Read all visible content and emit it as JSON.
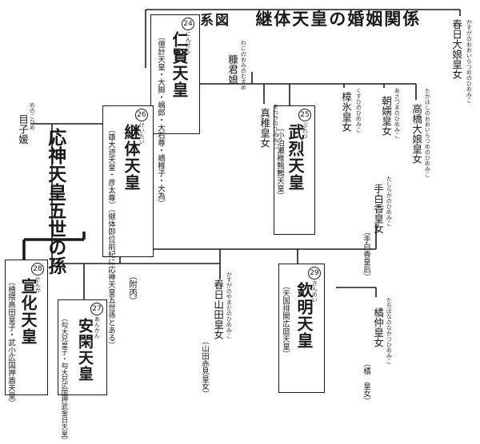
{
  "title": {
    "prefix": "系図",
    "main": "継体天皇の婚姻関係"
  },
  "annotation": "応神天皇五世の孫",
  "sovereigns": [
    {
      "id": "ninken",
      "number": "24",
      "reading": "にんけん",
      "name": "仁賢天皇",
      "note": "（億計天皇・大脚・嶋郎・大石尊・嶋稚子・大為）"
    },
    {
      "id": "keitai",
      "number": "26",
      "reading": "けいたい",
      "name": "継体天皇",
      "note": "（雄大迹天皇・彦太尊）（継体即位前紀に応神天皇五世孫とある）"
    },
    {
      "id": "buretsu",
      "number": "25",
      "reading": "ぶれつ",
      "name": "武烈天皇",
      "note": "（小泊瀬稚鷦鷯天皇）"
    },
    {
      "id": "kinmei",
      "number": "29",
      "reading": "きんめい",
      "name": "欽明天皇",
      "note": "（天国排開広庭天皇）"
    },
    {
      "id": "ankan",
      "number": "27",
      "reading": "あんかん",
      "name": "安閑天皇",
      "note": "（勾大兄皇子・勾大兄広国押武金日天皇）"
    },
    {
      "id": "senka",
      "number": "28",
      "reading": "せんか",
      "name": "宣化天皇",
      "note": "（檜隈高田皇子・武小広国押盾天皇）"
    }
  ],
  "people": [
    {
      "id": "kasuga",
      "reading": "かすがのおおいらつめのひめみこ",
      "name": "春日大娘皇女"
    },
    {
      "id": "wanikimi",
      "reading": "わにのおみのむすめ",
      "name": "糠君娘"
    },
    {
      "id": "takahashi",
      "reading": "たかはしのおおいらつめのひめみこ",
      "name": "高橋大娘皇女"
    },
    {
      "id": "asazuma",
      "reading": "あさづまのひめみこ",
      "name": "朝嬬皇女"
    },
    {
      "id": "kusuhi",
      "reading": "くすひのひめみこ",
      "name": "樟氷皇女"
    },
    {
      "id": "mawaka",
      "reading": "まわかのひめみこ",
      "name": "真稚皇女"
    },
    {
      "id": "tashiraka",
      "reading": "たしらかのひめみこ",
      "name": "手白香皇女",
      "note": "（手白香皇后）"
    },
    {
      "id": "menoko",
      "reading": "めのこひめ",
      "name": "目子媛"
    },
    {
      "id": "kasuga_yamada",
      "reading": "かすがのやまだのひめみこ",
      "name": "春日山田皇女",
      "note": "（山田赤見皇女）"
    },
    {
      "id": "tachibana",
      "reading": "たちばなのなかつひめみこ",
      "name": "橘仲皇女",
      "note": "（橘　皇女）"
    }
  ],
  "notes": {
    "appendix": "（附丙）"
  }
}
